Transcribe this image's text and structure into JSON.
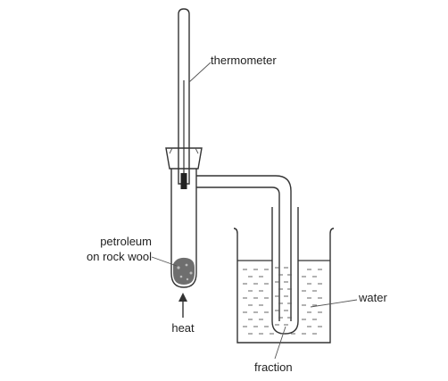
{
  "labels": {
    "thermometer": "thermometer",
    "petroleum_line1": "petroleum",
    "petroleum_line2": "on rock wool",
    "heat": "heat",
    "water": "water",
    "fraction": "fraction"
  },
  "colors": {
    "ink": "#333333",
    "water_dash": "#555555",
    "rock_wool": "#6e6e6e"
  }
}
